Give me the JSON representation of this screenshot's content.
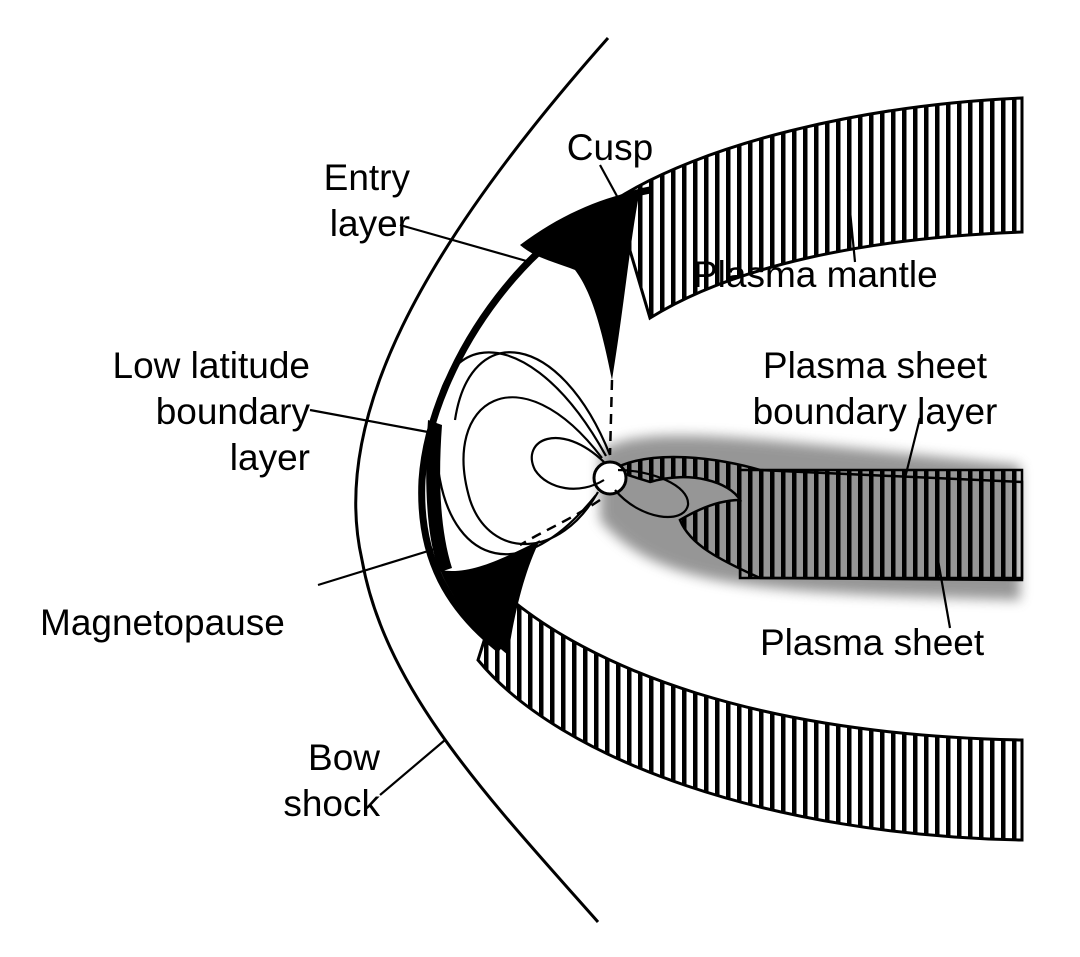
{
  "labels": {
    "cusp": "Cusp",
    "entry_layer": [
      "Entry",
      "layer"
    ],
    "plasma_mantle": "Plasma mantle",
    "low_latitude_boundary_layer": [
      "Low latitude",
      "boundary",
      "layer"
    ],
    "plasma_sheet_boundary_layer": [
      "Plasma sheet",
      "boundary layer"
    ],
    "magnetopause": "Magnetopause",
    "plasma_sheet": "Plasma sheet",
    "bow_shock": [
      "Bow",
      "shock"
    ]
  },
  "colors": {
    "ink": "#000000",
    "stipple": "#6a6a6a",
    "background": "#ffffff"
  }
}
